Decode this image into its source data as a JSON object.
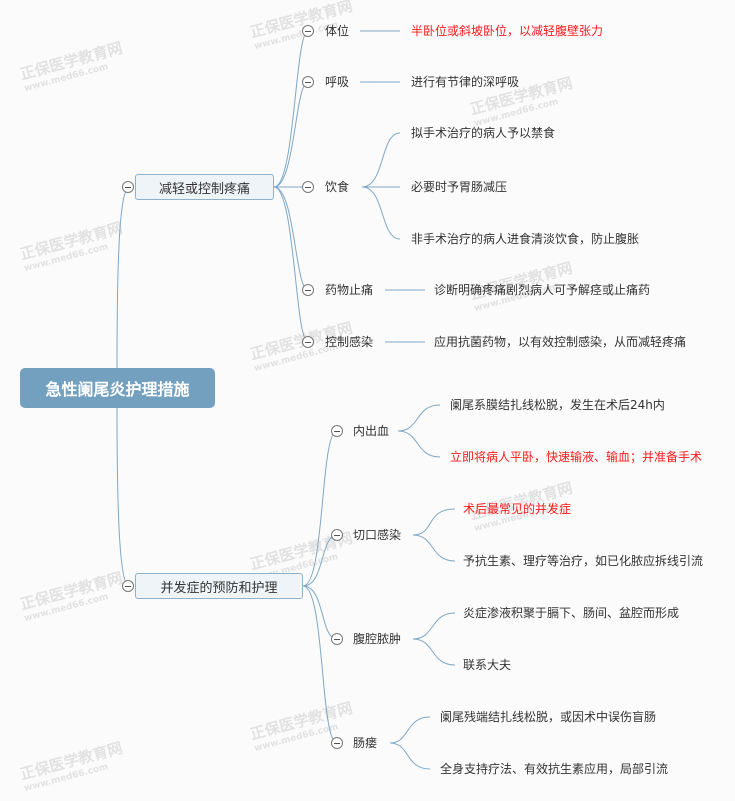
{
  "root": {
    "title": "急性阑尾炎护理措施"
  },
  "watermark": {
    "name": "正保医学教育网",
    "url": "www.med66.com"
  },
  "branches": [
    {
      "label": "减轻或控制疼痛",
      "topics": [
        {
          "label": "体位",
          "items": [
            "半卧位或斜坡卧位，以减轻腹壁张力"
          ]
        },
        {
          "label": "呼吸",
          "items": [
            "进行有节律的深呼吸"
          ]
        },
        {
          "label": "饮食",
          "items": [
            "拟手术治疗的病人予以禁食",
            "必要时予胃肠减压",
            "非手术治疗的病人进食清淡饮食，防止腹胀"
          ]
        },
        {
          "label": "药物止痛",
          "items": [
            "诊断明确疼痛剧烈病人可予解痉或止痛药"
          ]
        },
        {
          "label": "控制感染",
          "items": [
            "应用抗菌药物，以有效控制感染，从而减轻疼痛"
          ]
        }
      ]
    },
    {
      "label": "并发症的预防和护理",
      "topics": [
        {
          "label": "内出血",
          "items": [
            "阑尾系膜结扎线松脱，发生在术后24h内",
            "立即将病人平卧，快速输液、输血；并准备手术"
          ]
        },
        {
          "label": "切口感染",
          "items": [
            "术后最常见的并发症",
            "予抗生素、理疗等治疗，如已化脓应拆线引流"
          ]
        },
        {
          "label": "腹腔脓肿",
          "items": [
            "炎症渗液积聚于膈下、肠间、盆腔而形成",
            "联系大夫"
          ]
        },
        {
          "label": "肠瘘",
          "items": [
            "阑尾残端结扎线松脱，或因术中误伤盲肠",
            "全身支持疗法、有效抗生素应用，局部引流"
          ]
        }
      ]
    }
  ],
  "colors": {
    "connector": "#7fa7c6",
    "root": "#74a0c0",
    "highlight": "#ff1a1a"
  }
}
